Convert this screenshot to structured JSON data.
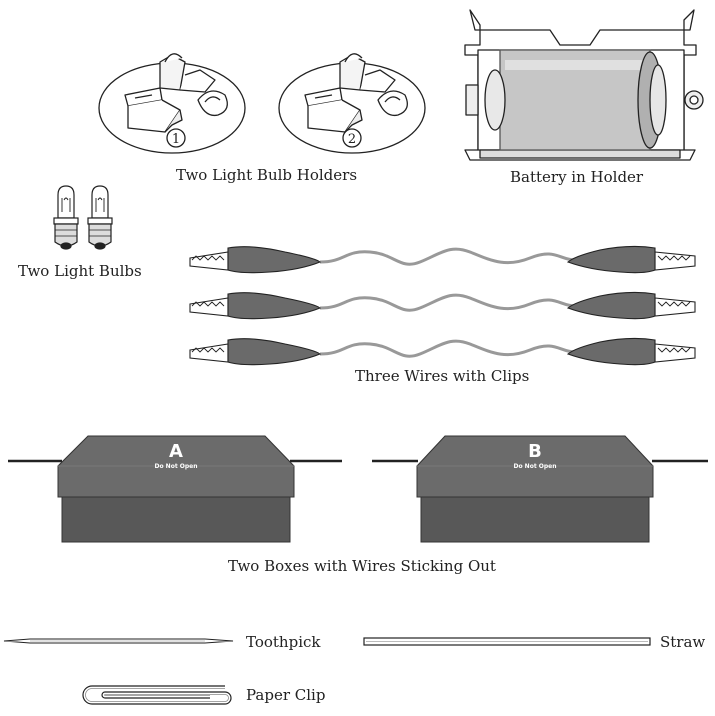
{
  "labels": {
    "bulb_holders": "Two Light Bulb Holders",
    "battery": "Battery in Holder",
    "bulbs": "Two Light Bulbs",
    "wires": "Three Wires with Clips",
    "boxes": "Two Boxes with Wires Sticking Out",
    "toothpick": "Toothpick",
    "straw": "Straw",
    "paper_clip": "Paper Clip"
  },
  "holders": {
    "first_number": "1",
    "second_number": "2"
  },
  "boxes": {
    "a": {
      "letter": "A",
      "note": "Do Not Open"
    },
    "b": {
      "letter": "B",
      "note": "Do Not Open"
    }
  },
  "colors": {
    "box_top": "#6b6b6b",
    "box_body": "#585858",
    "clip": "#6a6a6a",
    "wire": "#9a9a9a",
    "line": "#222222"
  }
}
